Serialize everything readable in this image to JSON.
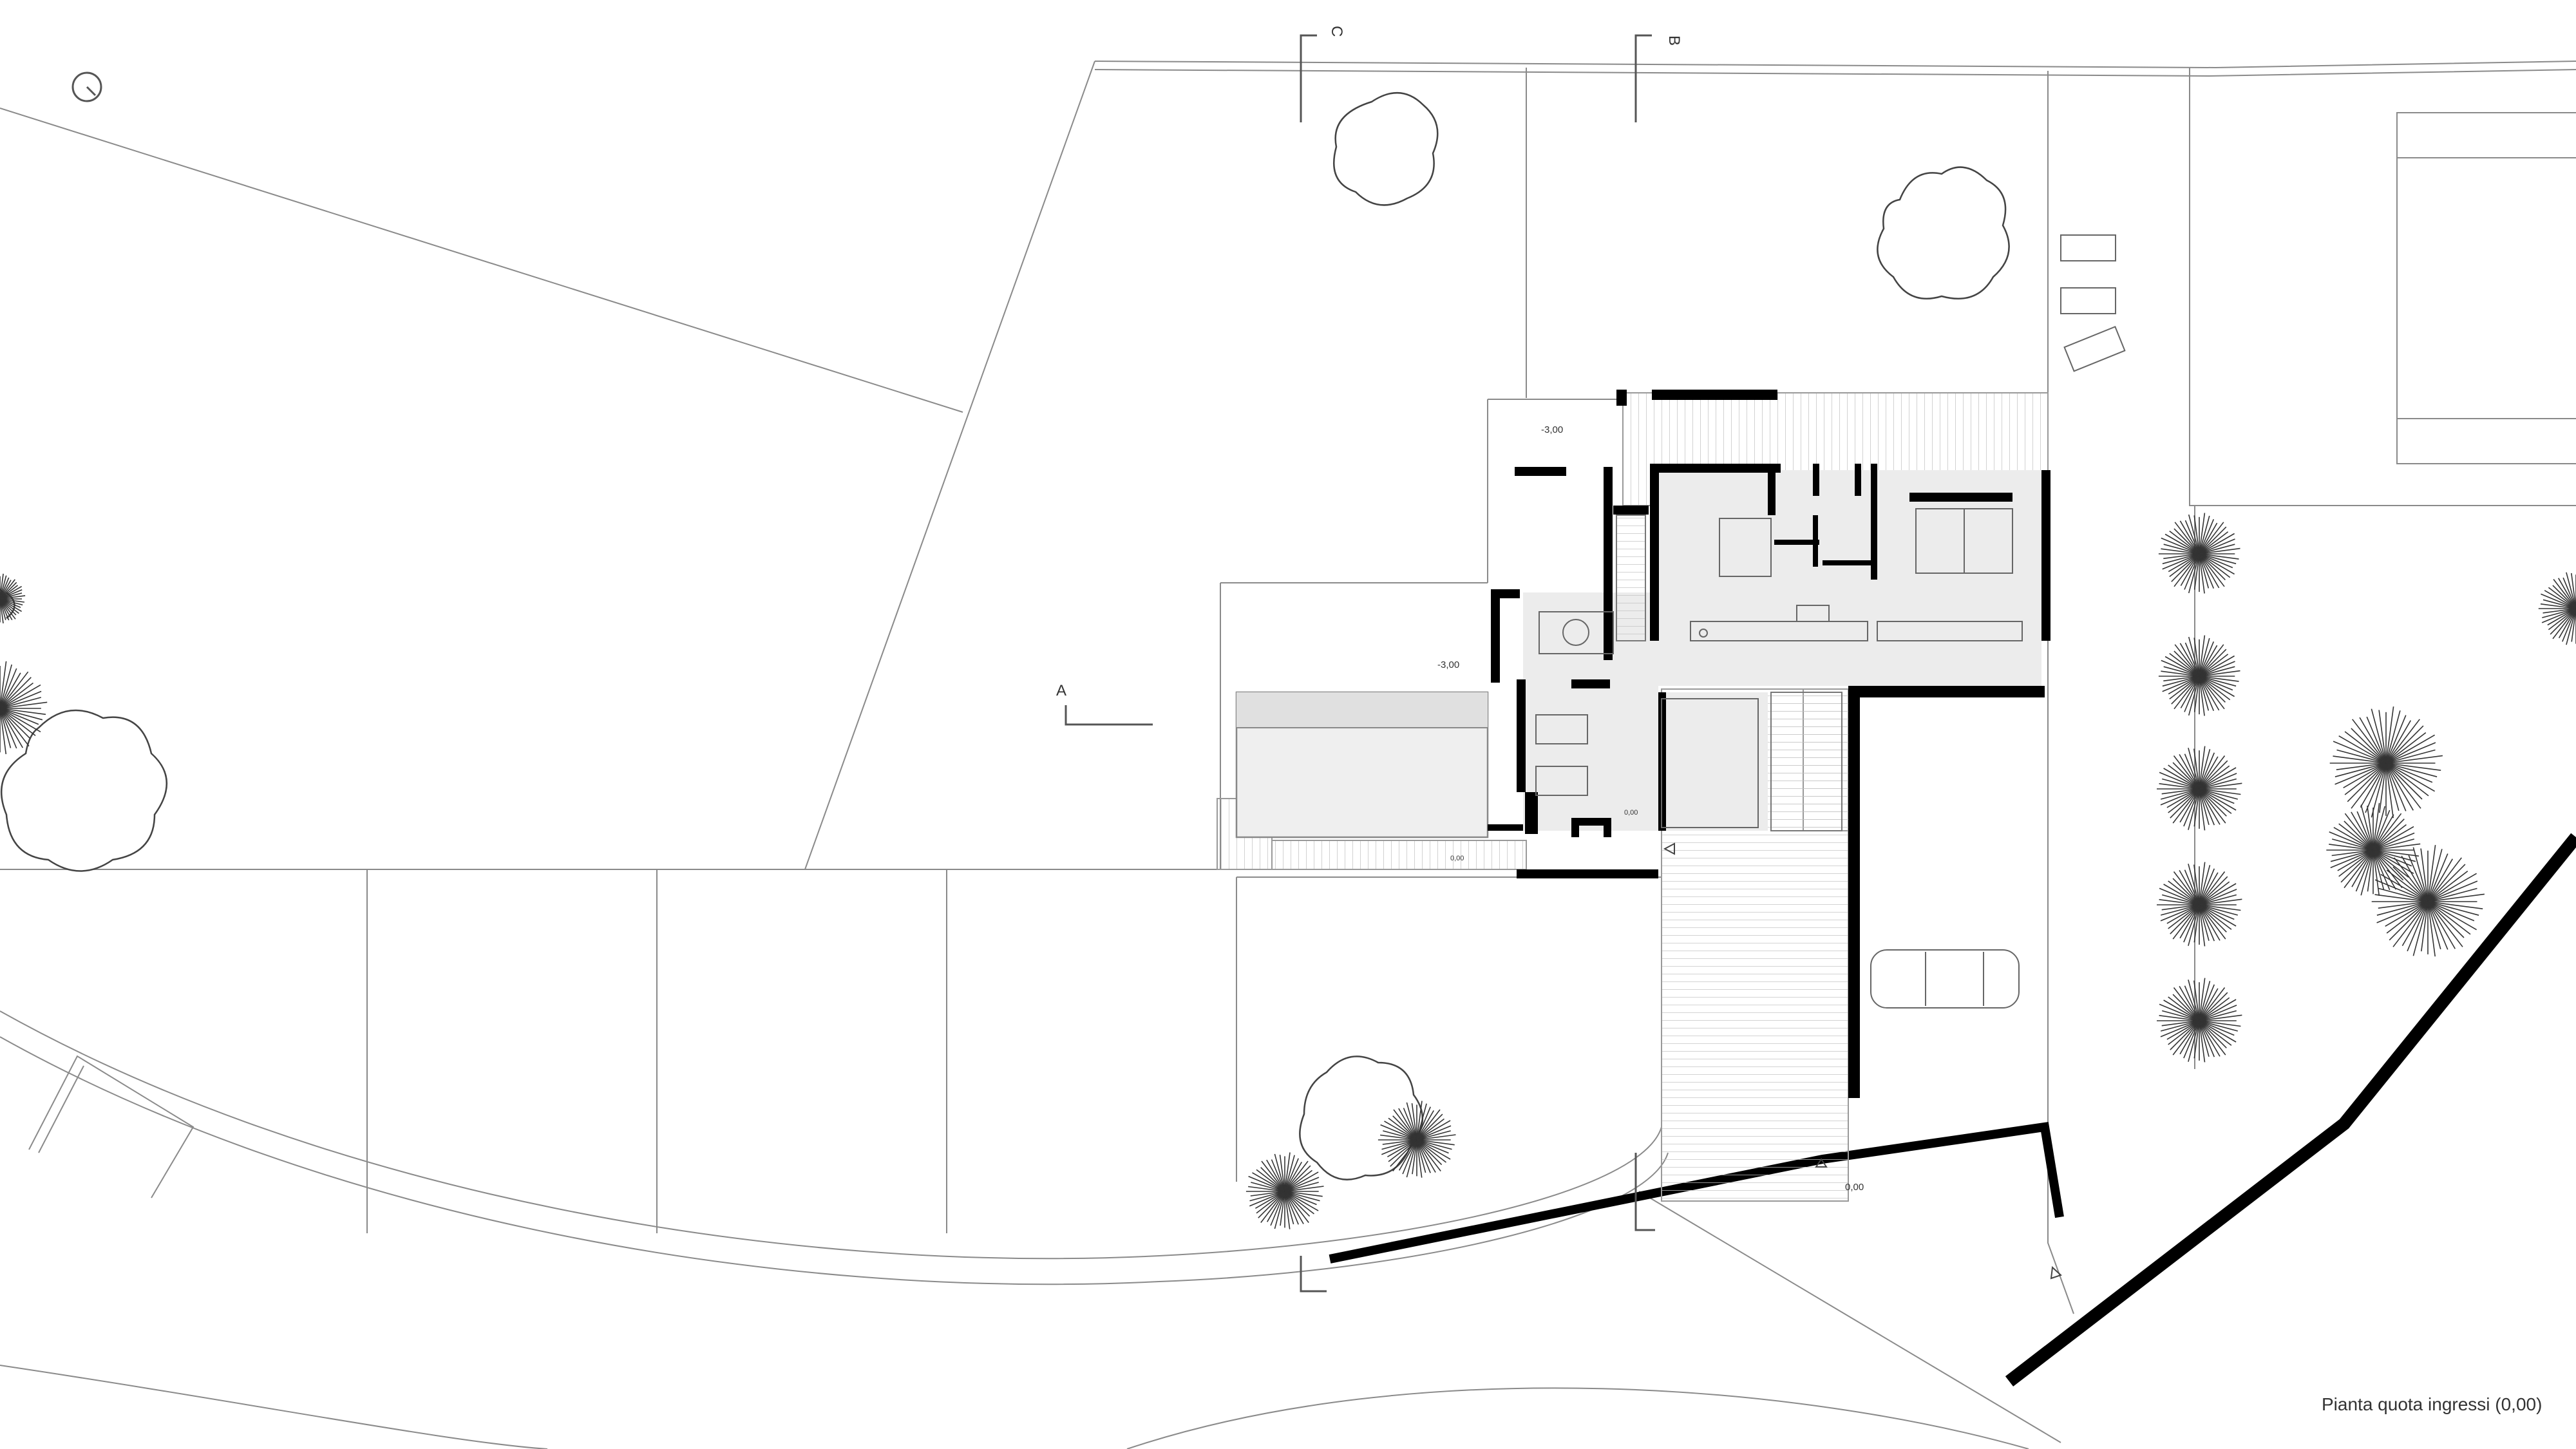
{
  "drawing": {
    "caption": "Pianta quota ingressi (0,00)",
    "section_marks": {
      "a": "A",
      "b": "B",
      "c": "C"
    },
    "levels": {
      "upper_terrace": "-3,00",
      "lower_terrace": "-3,00",
      "entrance": "0,00",
      "courtyard": "0,00",
      "pool_edge": "0,00"
    }
  }
}
